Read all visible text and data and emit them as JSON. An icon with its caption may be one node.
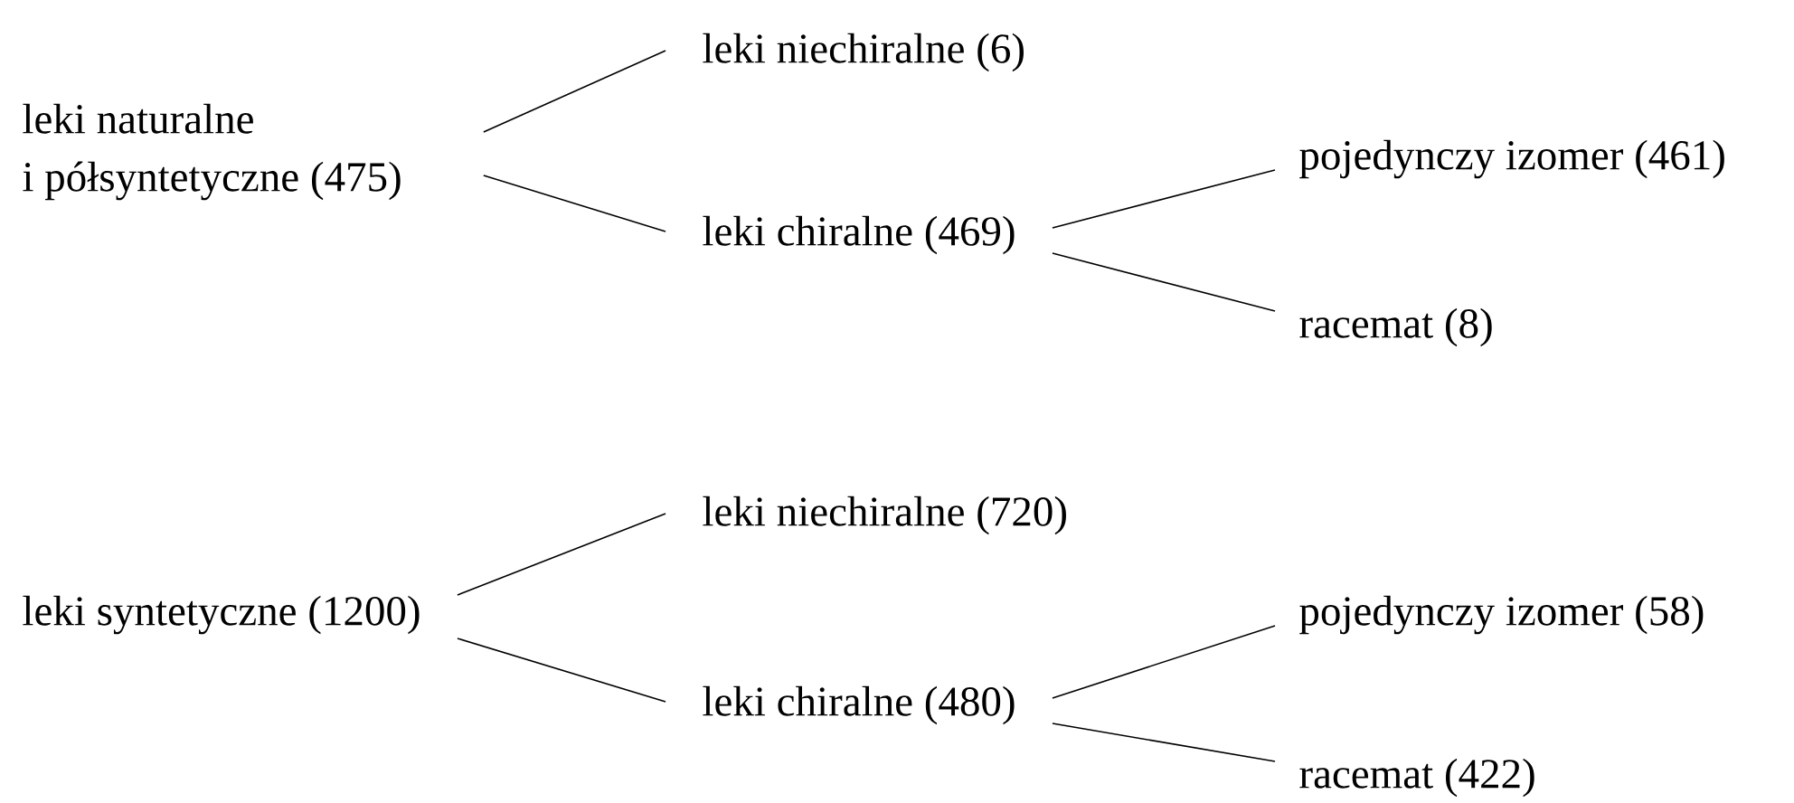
{
  "diagram": {
    "nodes": [
      {
        "text": [
          "leki naturalne i półsyntetyczne (475)"
        ]
      },
      {
        "text": [
          "leki niechiralne (6)"
        ]
      },
      {
        "text": [
          "leki chiralne (469)"
        ]
      },
      {
        "text": [
          "pojedynczy izomer (461)"
        ]
      },
      {
        "text": [
          "racemat (8)"
        ]
      },
      {
        "text": [
          "leki syntetyczne (1200)"
        ]
      },
      {
        "text": [
          "leki niechiralne (720)"
        ]
      },
      {
        "text": [
          "leki chiralne (480)"
        ]
      },
      {
        "text": [
          "pojedynczy izomer (58)"
        ]
      },
      {
        "text": [
          "racemat (422)"
        ]
      }
    ],
    "edges": [
      {
        "from": 0,
        "to": 1,
        "arrow": "none"
      },
      {
        "from": 0,
        "to": 2,
        "arrow": "none"
      },
      {
        "from": 2,
        "to": 3,
        "arrow": "none"
      },
      {
        "from": 2,
        "to": 4,
        "arrow": "none"
      },
      {
        "from": 5,
        "to": 6,
        "arrow": "none"
      },
      {
        "from": 5,
        "to": 7,
        "arrow": "none"
      },
      {
        "from": 7,
        "to": 8,
        "arrow": "none"
      },
      {
        "from": 7,
        "to": 9,
        "arrow": "none"
      }
    ]
  }
}
